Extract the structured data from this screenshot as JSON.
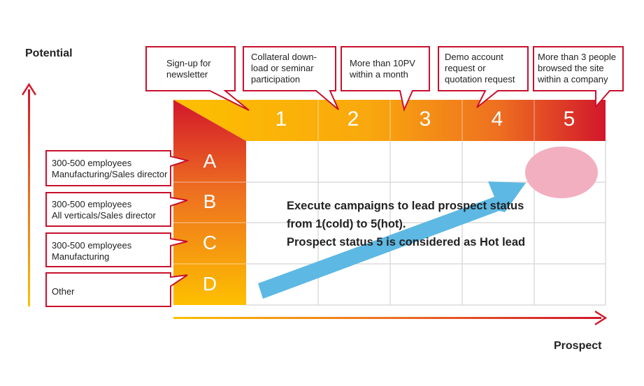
{
  "axes": {
    "y_title": "Potential",
    "x_title": "Prospect"
  },
  "prospect_levels": [
    {
      "number": "1",
      "callout": [
        "Sign-up for",
        "newsletter"
      ]
    },
    {
      "number": "2",
      "callout": [
        "Collateral down-",
        "load or seminar",
        "participation"
      ]
    },
    {
      "number": "3",
      "callout": [
        "More than 10PV",
        "within a month"
      ]
    },
    {
      "number": "4",
      "callout": [
        "Demo account",
        "request or",
        "quotation request"
      ]
    },
    {
      "number": "5",
      "callout": [
        "More than 3 people",
        "browsed the site",
        "within a company"
      ]
    }
  ],
  "potential_grades": [
    {
      "grade": "A",
      "segment": [
        "300-500 employees",
        "Manufacturing/Sales director"
      ]
    },
    {
      "grade": "B",
      "segment": [
        "300-500 employees",
        "All verticals/Sales director"
      ]
    },
    {
      "grade": "C",
      "segment": [
        "300-500 employees",
        "Manufacturing"
      ]
    },
    {
      "grade": "D",
      "segment": [
        "Other"
      ]
    }
  ],
  "message": [
    "Execute campaigns to lead prospect status",
    "from 1(cold) to 5(hot).",
    "Prospect status 5 is considered as Hot lead"
  ],
  "colors": {
    "red": "#d2172b",
    "orange": "#f07d1a",
    "yellow": "#fdc000",
    "arrow_blue": "#5db8e3",
    "hot_pink": "#f2afc0",
    "grid": "#dcdcdc"
  }
}
